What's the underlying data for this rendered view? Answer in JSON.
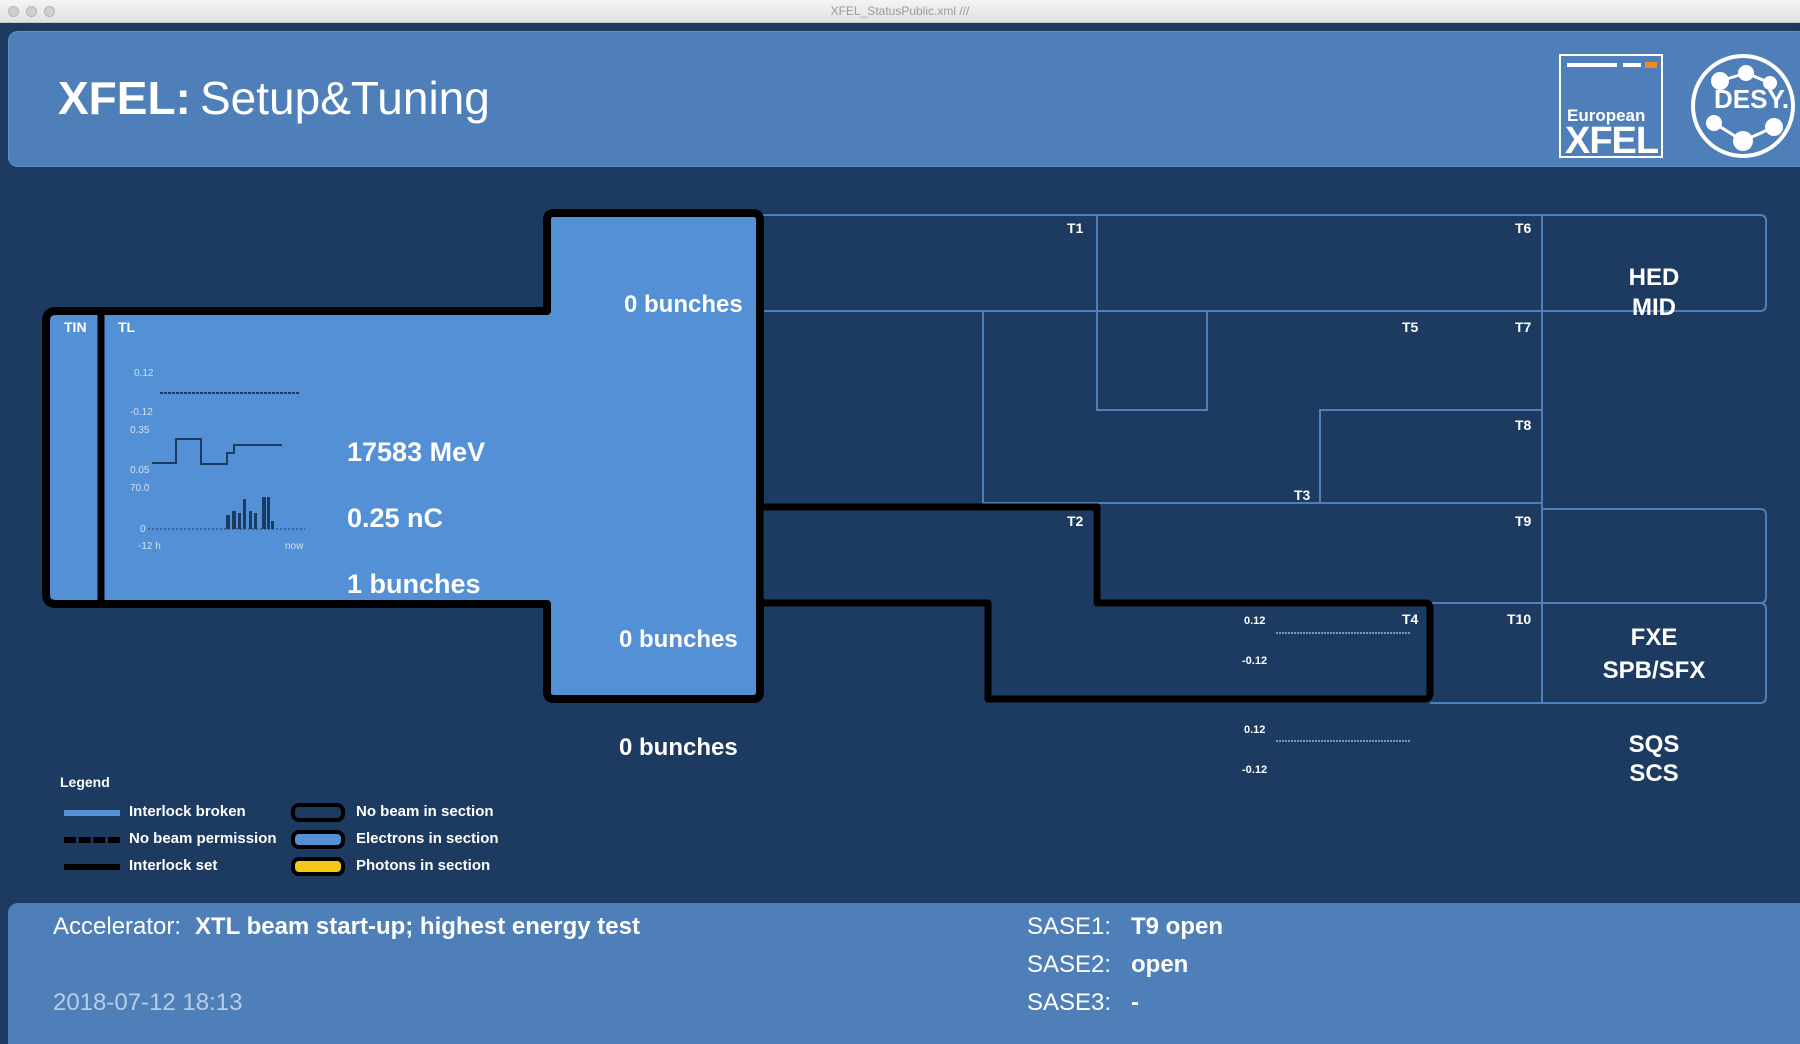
{
  "window": {
    "title": "XFEL_StatusPublic.xml   ///"
  },
  "header": {
    "title_bold": "XFEL:",
    "title_rest": "Setup&Tuning"
  },
  "logos": {
    "xfel_line1": "European",
    "xfel_line2": "XFEL",
    "desy": "DESY."
  },
  "sections": {
    "tin": "TIN",
    "tl": "TL",
    "t1": "T1",
    "t2": "T2",
    "t3": "T3",
    "t4": "T4",
    "t5": "T5",
    "t6": "T6",
    "t7": "T7",
    "t8": "T8",
    "t9": "T9",
    "t10": "T10"
  },
  "readouts": {
    "energy": "17583 MeV",
    "charge": "0.25 nC",
    "tl_bunches": "1 bunches",
    "top_bunches": "0 bunches",
    "mid_bunches": "0 bunches",
    "bot_bunches": "0 bunches"
  },
  "tl_charts": {
    "c1_top": "0.12",
    "c1_bottom": "-0.12",
    "c2_top": "0.35",
    "c2_bottom": "0.05",
    "c3_top": "70.0",
    "c3_bottom": "0",
    "x_start": "-12 h",
    "x_end": "now"
  },
  "sase_charts": {
    "s1_top": "0.12",
    "s1_bottom": "-0.12",
    "s2_top": "0.12",
    "s2_bottom": "-0.12"
  },
  "instruments": {
    "hed_line1": "HED",
    "hed_line2": "MID",
    "fxe_line1": "FXE",
    "fxe_line2": "SPB/SFX",
    "sqs_line1": "SQS",
    "sqs_line2": "SCS"
  },
  "legend": {
    "title": "Legend",
    "interlock_broken": "Interlock broken",
    "no_beam_permission": "No beam permission",
    "interlock_set": "Interlock set",
    "no_beam": "No beam in section",
    "electrons": "Electrons in section",
    "photons": "Photons in section"
  },
  "footer": {
    "accelerator_label": "Accelerator:",
    "accelerator_value": "XTL beam start-up; highest energy test",
    "timestamp": "2018-07-12 18:13",
    "sase1_label": "SASE1:",
    "sase1_value": "T9 open",
    "sase2_label": "SASE2:",
    "sase2_value": "open",
    "sase3_label": "SASE3:",
    "sase3_value": "-"
  },
  "colors": {
    "background": "#1d3a60",
    "electrons": "#5490d6",
    "photons": "#f5c518",
    "interlock_broken": "#5490d6",
    "no_beam": "#1d3a60",
    "panel": "#4e7fb8"
  }
}
